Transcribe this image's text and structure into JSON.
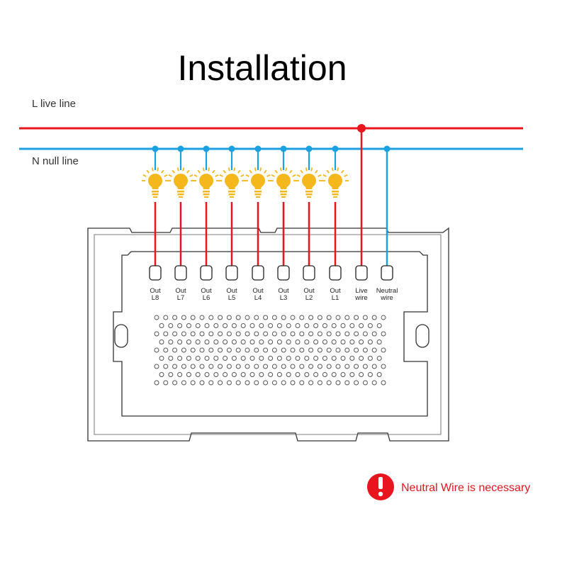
{
  "title": "Installation",
  "lines": {
    "live": {
      "label": "L live line",
      "color": "#e8141e"
    },
    "neutral": {
      "label": "N null line",
      "color": "#1ba1e2"
    }
  },
  "bulb_color": "#f5b81c",
  "terminals": [
    {
      "top": "Out",
      "bottom": "L8",
      "type": "out"
    },
    {
      "top": "Out",
      "bottom": "L7",
      "type": "out"
    },
    {
      "top": "Out",
      "bottom": "L6",
      "type": "out"
    },
    {
      "top": "Out",
      "bottom": "L5",
      "type": "out"
    },
    {
      "top": "Out",
      "bottom": "L4",
      "type": "out"
    },
    {
      "top": "Out",
      "bottom": "L3",
      "type": "out"
    },
    {
      "top": "Out",
      "bottom": "L2",
      "type": "out"
    },
    {
      "top": "Out",
      "bottom": "L1",
      "type": "out"
    },
    {
      "top": "Live",
      "bottom": "wire",
      "type": "live"
    },
    {
      "top": "Neutral",
      "bottom": "wire",
      "type": "neutral"
    }
  ],
  "warning": {
    "text": "Neutral Wire is necessary",
    "icon": "exclamation-icon",
    "color": "#e8141e"
  }
}
